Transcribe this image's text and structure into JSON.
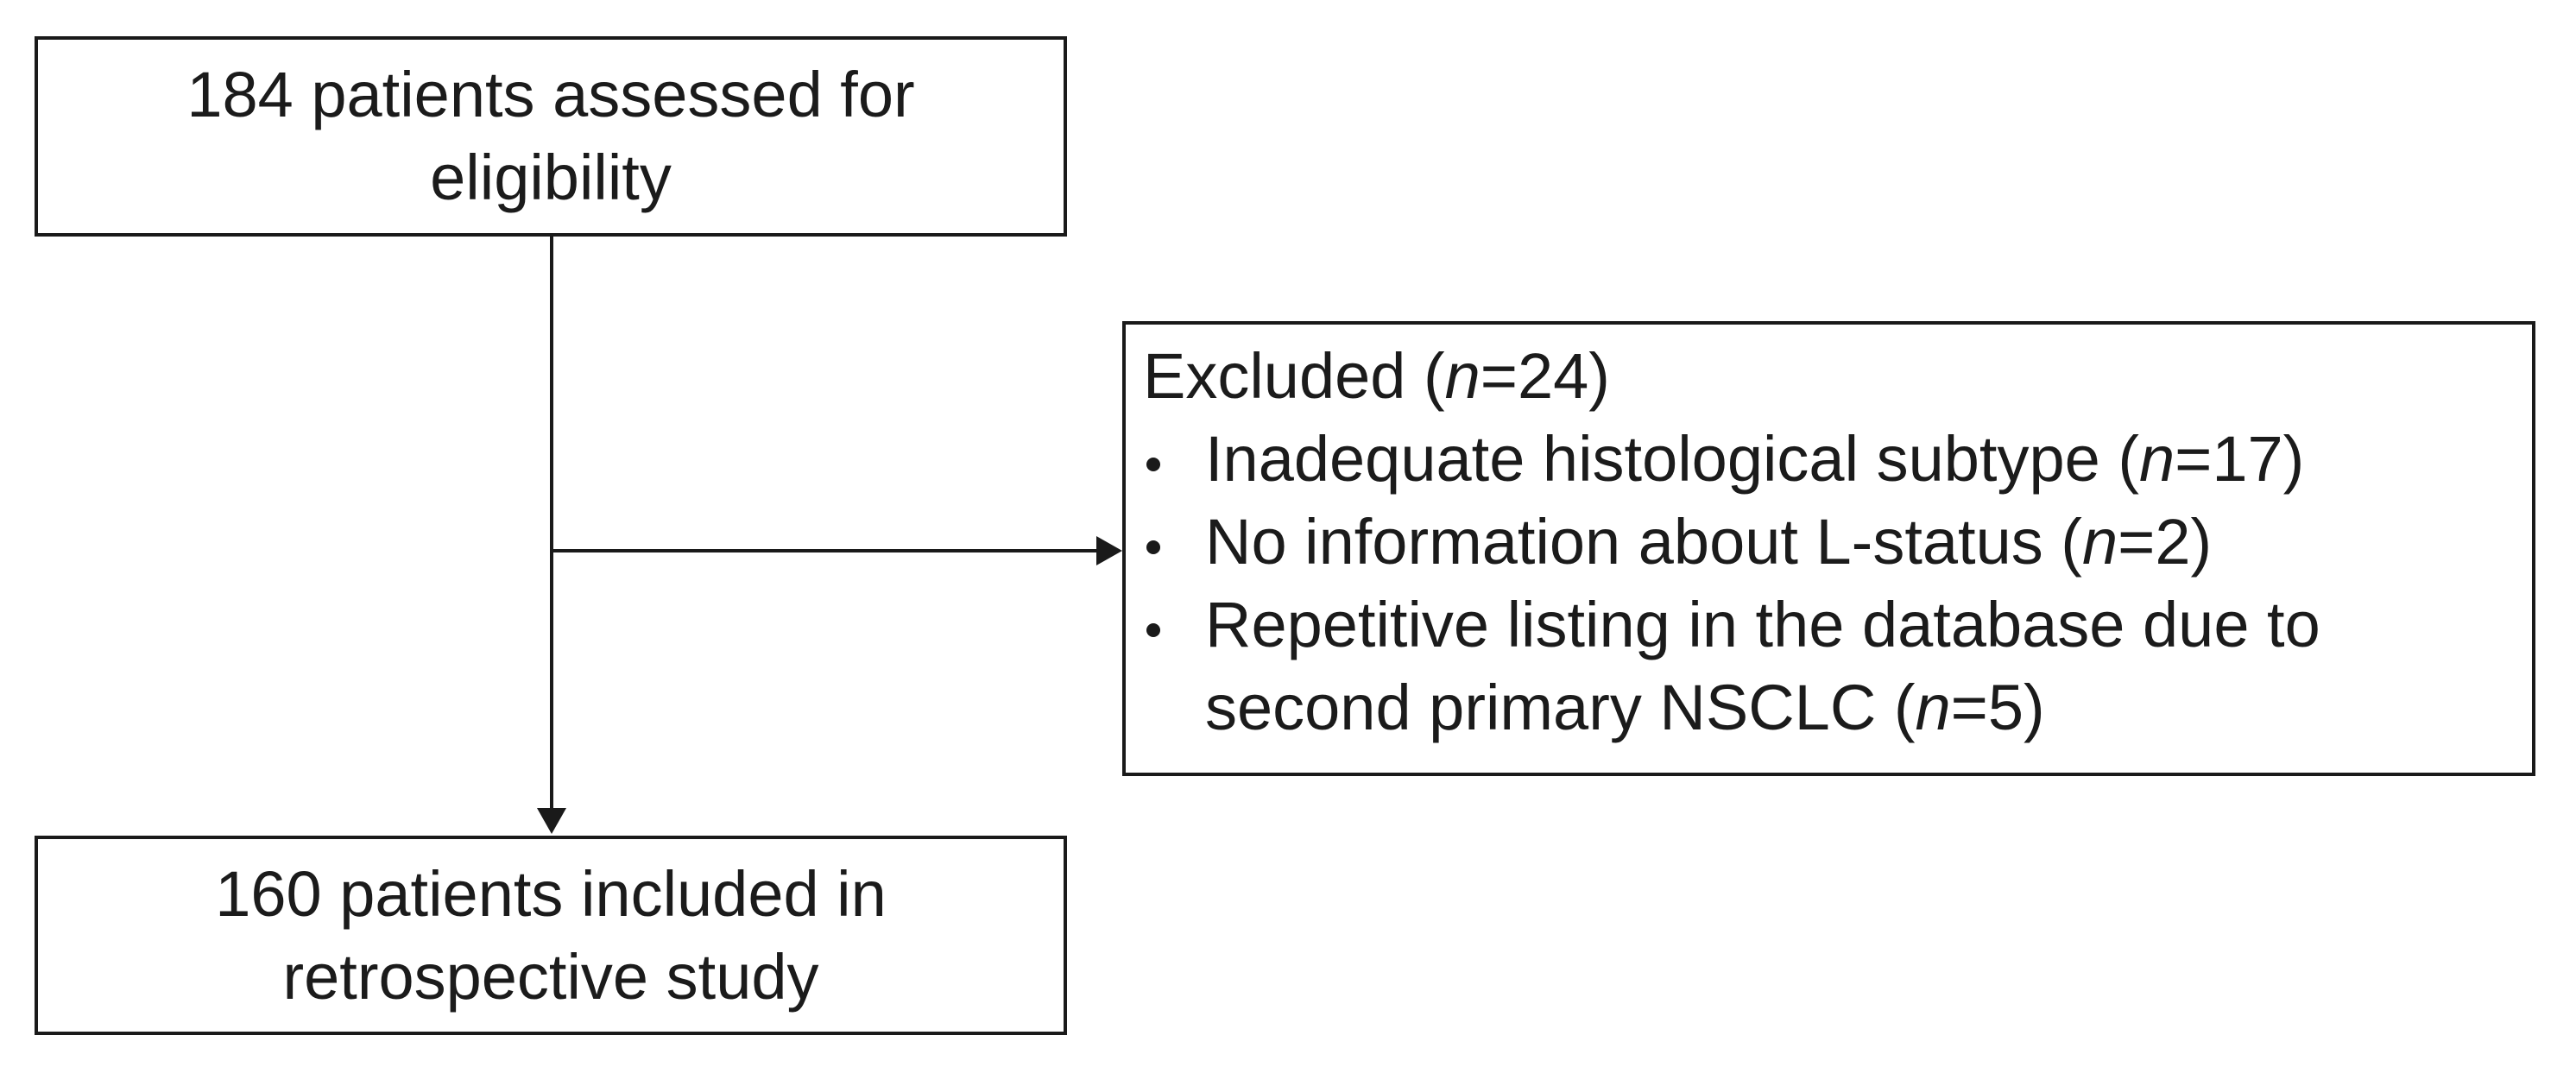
{
  "diagram": {
    "background_color": "#ffffff",
    "ink_color": "#1a1a1a",
    "top_box": {
      "line1": "184 patients assessed for",
      "line2": "eligibility"
    },
    "excluded_box": {
      "title": {
        "before": "Excluded (",
        "n": "n",
        "after": "=24)"
      },
      "bullets": [
        {
          "before": "Inadequate histological subtype (",
          "n": "n",
          "after": "=17)"
        },
        {
          "before": "No information about L-status (",
          "n": "n",
          "after": "=2)"
        },
        {
          "line1": "Repetitive listing in the database due to",
          "line2_before": "second primary NSCLC (",
          "n": "n",
          "after": "=5)"
        }
      ]
    },
    "bottom_box": {
      "line1": "160 patients included in",
      "line2": "retrospective study"
    }
  }
}
